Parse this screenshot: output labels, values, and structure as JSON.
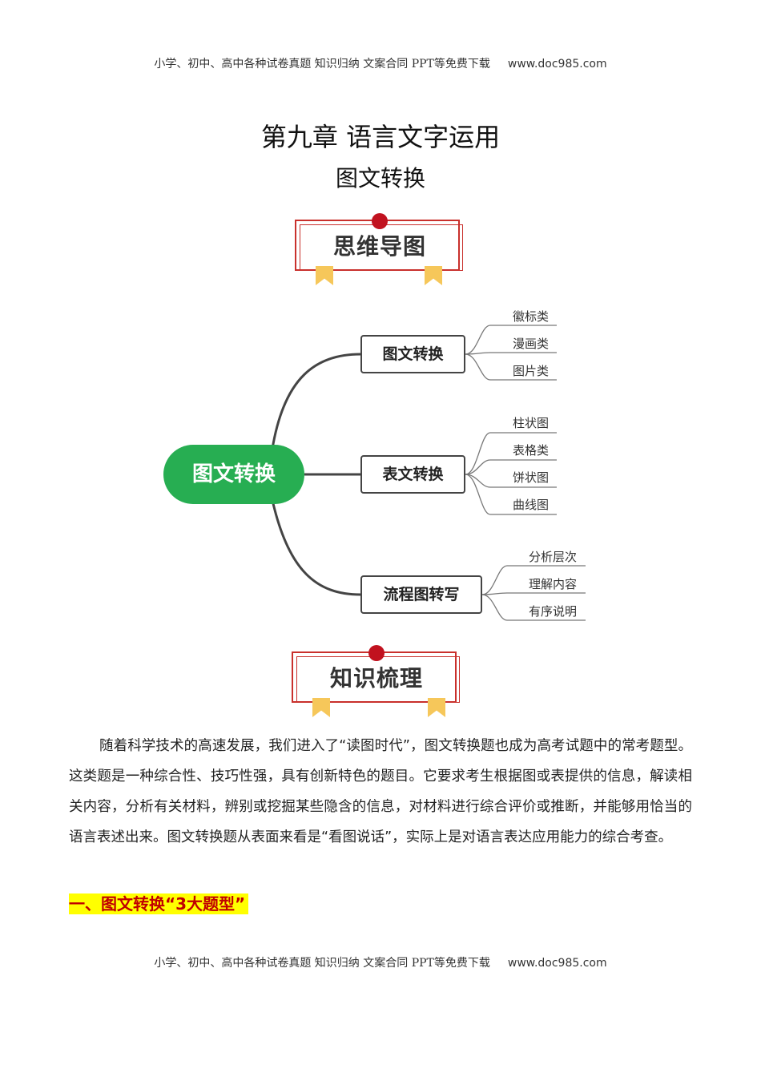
{
  "header": {
    "text": "小学、初中、高中各种试卷真题  知识归纳  文案合同  PPT等免费下载",
    "site": "www.doc985.com"
  },
  "title": "第九章 语言文字运用",
  "subtitle": "图文转换",
  "banner1": "思维导图",
  "banner2": "知识梳理",
  "mindmap": {
    "root": "图文转换",
    "branches": [
      {
        "label": "图文转换",
        "leaves": [
          "徽标类",
          "漫画类",
          "图片类"
        ]
      },
      {
        "label": "表文转换",
        "leaves": [
          "柱状图",
          "表格类",
          "饼状图",
          "曲线图"
        ]
      },
      {
        "label": "流程图转写",
        "leaves": [
          "分析层次",
          "理解内容",
          "有序说明"
        ]
      }
    ]
  },
  "paragraph": "随着科学技术的高速发展，我们进入了“读图时代”，图文转换题也成为高考试题中的常考题型。这类题是一种综合性、技巧性强，具有创新特色的题目。它要求考生根据图或表提供的信息，解读相关内容，分析有关材料，辨别或挖掘某些隐含的信息，对材料进行综合评价或推断，并能够用恰当的语言表述出来。图文转换题从表面来看是“看图说话”，实际上是对语言表达应用能力的综合考查。",
  "section_heading": "一、图文转换“3大题型”",
  "footer": {
    "text": "小学、初中、高中各种试卷真题  知识归纳  文案合同  PPT等免费下载",
    "site": "www.doc985.com"
  },
  "colors": {
    "accent_red": "#c9302c",
    "root_green": "#27ae52",
    "highlight": "#ffff00",
    "section_text": "#c00000"
  }
}
